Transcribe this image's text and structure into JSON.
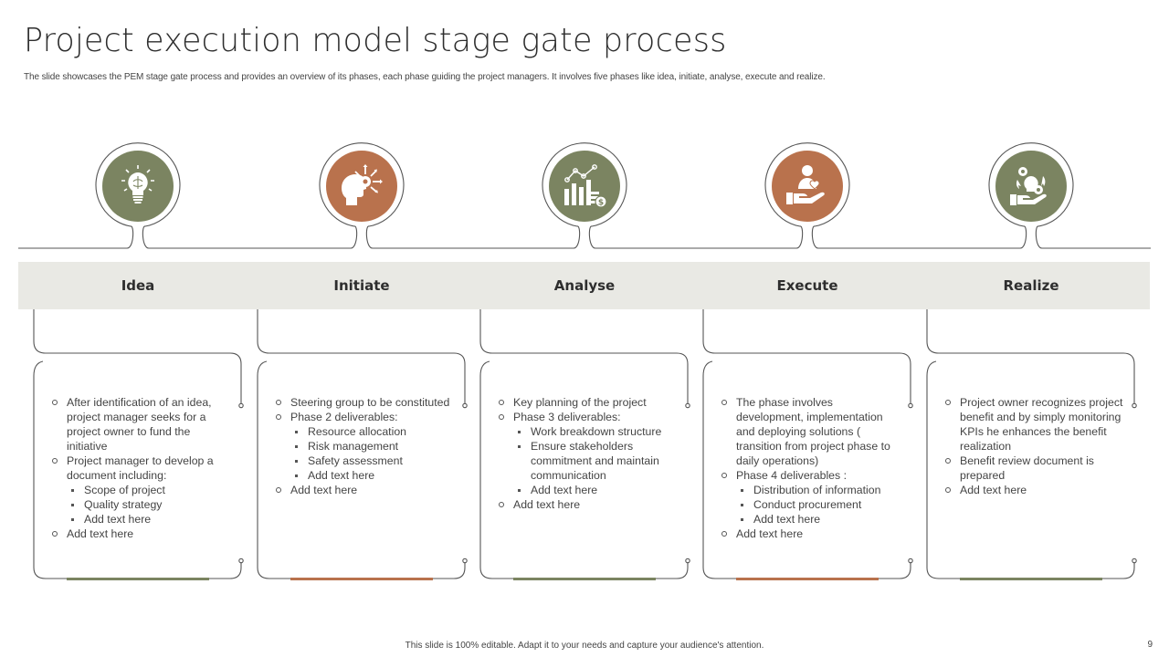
{
  "slide": {
    "title": "Project execution model stage gate process",
    "subtitle": "The slide showcases the PEM  stage gate process and provides an overview of its phases, each phase guiding the project managers. It involves five phases like idea, initiate, analyse, execute and realize.",
    "footer": "This slide is 100% editable. Adapt it to your needs and capture your audience's attention.",
    "page_number": "9"
  },
  "colors": {
    "olive": "#7b8461",
    "terracotta": "#b9724d",
    "band": "#e9e9e4",
    "line": "#555555"
  },
  "phases": [
    {
      "label": "Idea",
      "icon": "lightbulb-brain-icon",
      "color": "olive",
      "items": [
        {
          "level": 1,
          "text": "After identification of an idea, project manager seeks for a project owner to fund the initiative"
        },
        {
          "level": 1,
          "text": "Project manager to develop a document including:"
        },
        {
          "level": 2,
          "text": "Scope of project"
        },
        {
          "level": 2,
          "text": "Quality strategy"
        },
        {
          "level": 2,
          "text": "Add text here"
        },
        {
          "level": 1,
          "text": "Add text here"
        }
      ]
    },
    {
      "label": "Initiate",
      "icon": "head-gear-icon",
      "color": "terracotta",
      "items": [
        {
          "level": 1,
          "text": "Steering group to be constituted"
        },
        {
          "level": 1,
          "text": "Phase 2 deliverables:"
        },
        {
          "level": 2,
          "text": "Resource allocation"
        },
        {
          "level": 2,
          "text": "Risk management"
        },
        {
          "level": 2,
          "text": "Safety assessment"
        },
        {
          "level": 2,
          "text": "Add text here"
        },
        {
          "level": 1,
          "text": "Add text here"
        }
      ]
    },
    {
      "label": "Analyse",
      "icon": "chart-growth-icon",
      "color": "olive",
      "items": [
        {
          "level": 1,
          "text": "Key planning of the project"
        },
        {
          "level": 1,
          "text": "Phase 3 deliverables:"
        },
        {
          "level": 2,
          "text": "Work breakdown structure"
        },
        {
          "level": 2,
          "text": "Ensure stakeholders commitment and maintain communication"
        },
        {
          "level": 2,
          "text": "Add text here"
        },
        {
          "level": 1,
          "text": "Add text here"
        }
      ]
    },
    {
      "label": "Execute",
      "icon": "hand-person-icon",
      "color": "terracotta",
      "items": [
        {
          "level": 1,
          "text": "The phase involves development, implementation and deploying solutions ( transition from project phase to daily operations)"
        },
        {
          "level": 1,
          "text": "Phase 4 deliverables  :"
        },
        {
          "level": 2,
          "text": "Distribution of information"
        },
        {
          "level": 2,
          "text": "Conduct procurement"
        },
        {
          "level": 2,
          "text": "Add text here"
        },
        {
          "level": 1,
          "text": "Add text here"
        }
      ]
    },
    {
      "label": "Realize",
      "icon": "hand-bulb-gears-icon",
      "color": "olive",
      "items": [
        {
          "level": 1,
          "text": "Project owner recognizes project benefit and by simply monitoring KPIs he enhances the benefit realization"
        },
        {
          "level": 1,
          "text": "Benefit review document is prepared"
        },
        {
          "level": 1,
          "text": "Add text here"
        }
      ]
    }
  ]
}
